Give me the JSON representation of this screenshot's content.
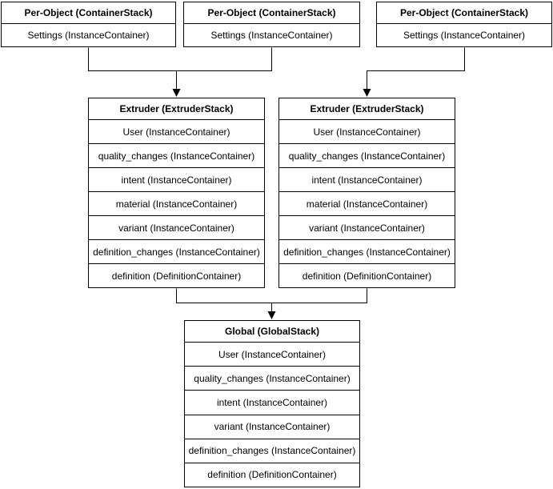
{
  "diagram": {
    "colors": {
      "border": "#000000",
      "background": "#ffffff",
      "text": "#000000"
    },
    "nodes": [
      {
        "id": "per-object-1",
        "title": "Per-Object (ContainerStack)",
        "rows": [
          "Settings (InstanceContainer)"
        ]
      },
      {
        "id": "per-object-2",
        "title": "Per-Object (ContainerStack)",
        "rows": [
          "Settings (InstanceContainer)"
        ]
      },
      {
        "id": "per-object-3",
        "title": "Per-Object (ContainerStack)",
        "rows": [
          "Settings (InstanceContainer)"
        ]
      },
      {
        "id": "extruder-1",
        "title": "Extruder (ExtruderStack)",
        "rows": [
          "User (InstanceContainer)",
          "quality_changes (InstanceContainer)",
          "intent (InstanceContainer)",
          "material (InstanceContainer)",
          "variant (InstanceContainer)",
          "definition_changes (InstanceContainer)",
          "definition (DefinitionContainer)"
        ]
      },
      {
        "id": "extruder-2",
        "title": "Extruder (ExtruderStack)",
        "rows": [
          "User (InstanceContainer)",
          "quality_changes (InstanceContainer)",
          "intent (InstanceContainer)",
          "material (InstanceContainer)",
          "variant (InstanceContainer)",
          "definition_changes (InstanceContainer)",
          "definition (DefinitionContainer)"
        ]
      },
      {
        "id": "global",
        "title": "Global (GlobalStack)",
        "rows": [
          "User (InstanceContainer)",
          "quality_changes (InstanceContainer)",
          "intent (InstanceContainer)",
          "variant (InstanceContainer)",
          "definition_changes (InstanceContainer)",
          "definition (DefinitionContainer)"
        ]
      }
    ],
    "edges": [
      {
        "from": "per-object-1",
        "to": "extruder-1"
      },
      {
        "from": "per-object-2",
        "to": "extruder-1"
      },
      {
        "from": "per-object-3",
        "to": "extruder-2"
      },
      {
        "from": "extruder-1",
        "to": "global"
      },
      {
        "from": "extruder-2",
        "to": "global"
      }
    ]
  }
}
